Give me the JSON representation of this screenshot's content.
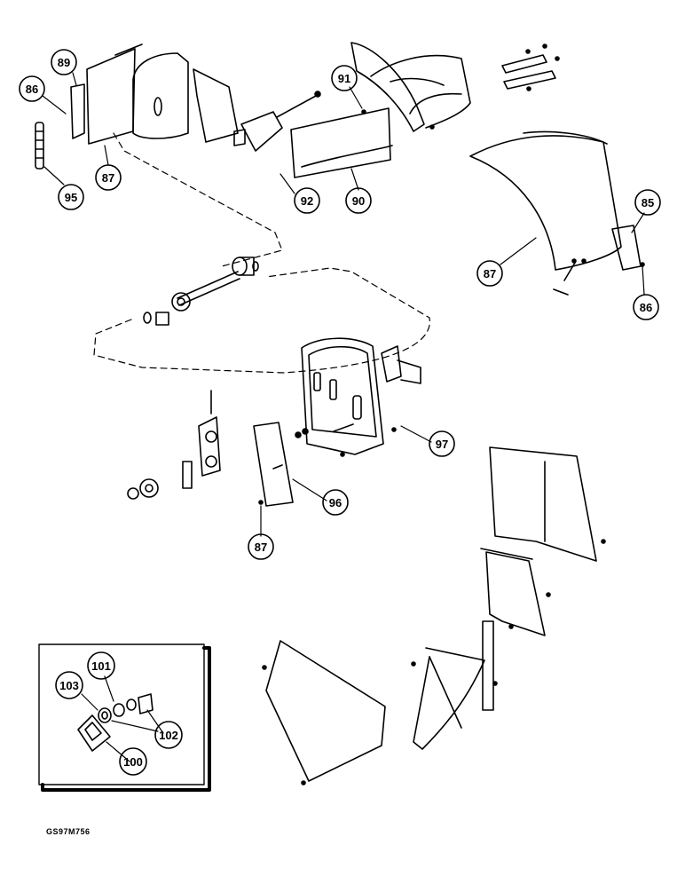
{
  "diagram": {
    "reference_code": "GS97M756",
    "callouts": [
      {
        "id": "c86a",
        "label": "86"
      },
      {
        "id": "c89",
        "label": "89"
      },
      {
        "id": "c87a",
        "label": "87"
      },
      {
        "id": "c95",
        "label": "95"
      },
      {
        "id": "c91",
        "label": "91"
      },
      {
        "id": "c92",
        "label": "92"
      },
      {
        "id": "c90",
        "label": "90"
      },
      {
        "id": "c85",
        "label": "85"
      },
      {
        "id": "c87b",
        "label": "87"
      },
      {
        "id": "c86b",
        "label": "86"
      },
      {
        "id": "c97",
        "label": "97"
      },
      {
        "id": "c96",
        "label": "96"
      },
      {
        "id": "c87c",
        "label": "87"
      },
      {
        "id": "c101",
        "label": "101"
      },
      {
        "id": "c103",
        "label": "103"
      },
      {
        "id": "c102",
        "label": "102"
      },
      {
        "id": "c100",
        "label": "100"
      }
    ]
  }
}
